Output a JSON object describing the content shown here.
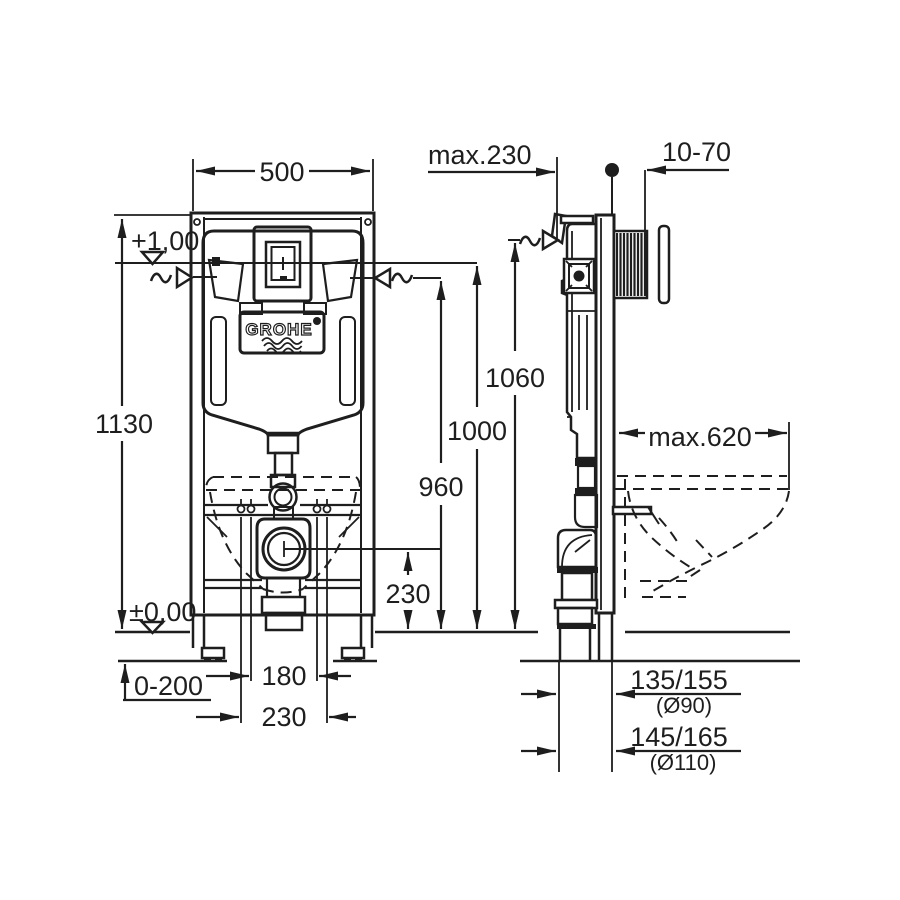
{
  "drawing": {
    "brand_logo": "GROHE",
    "front": {
      "width_mm": "500",
      "height_mm": "1130",
      "level_plus": "+1,00",
      "level_zero": "±0,00",
      "foot_range": "0-200",
      "bolt_spacing_inner": "180",
      "bolt_spacing_outer": "230",
      "outlet_center_height": "230",
      "supply_height": "960",
      "actuation_height": "1000",
      "side_supply_height": "1060"
    },
    "side": {
      "max_wall_distance": "max.230",
      "plate_depth_range": "10-70",
      "max_bowl_depth": "max.620",
      "outlet_offset_d90": "135/155",
      "outlet_dia_90": "(Ø90)",
      "outlet_offset_d110": "145/165",
      "outlet_dia_110": "(Ø110)"
    }
  }
}
